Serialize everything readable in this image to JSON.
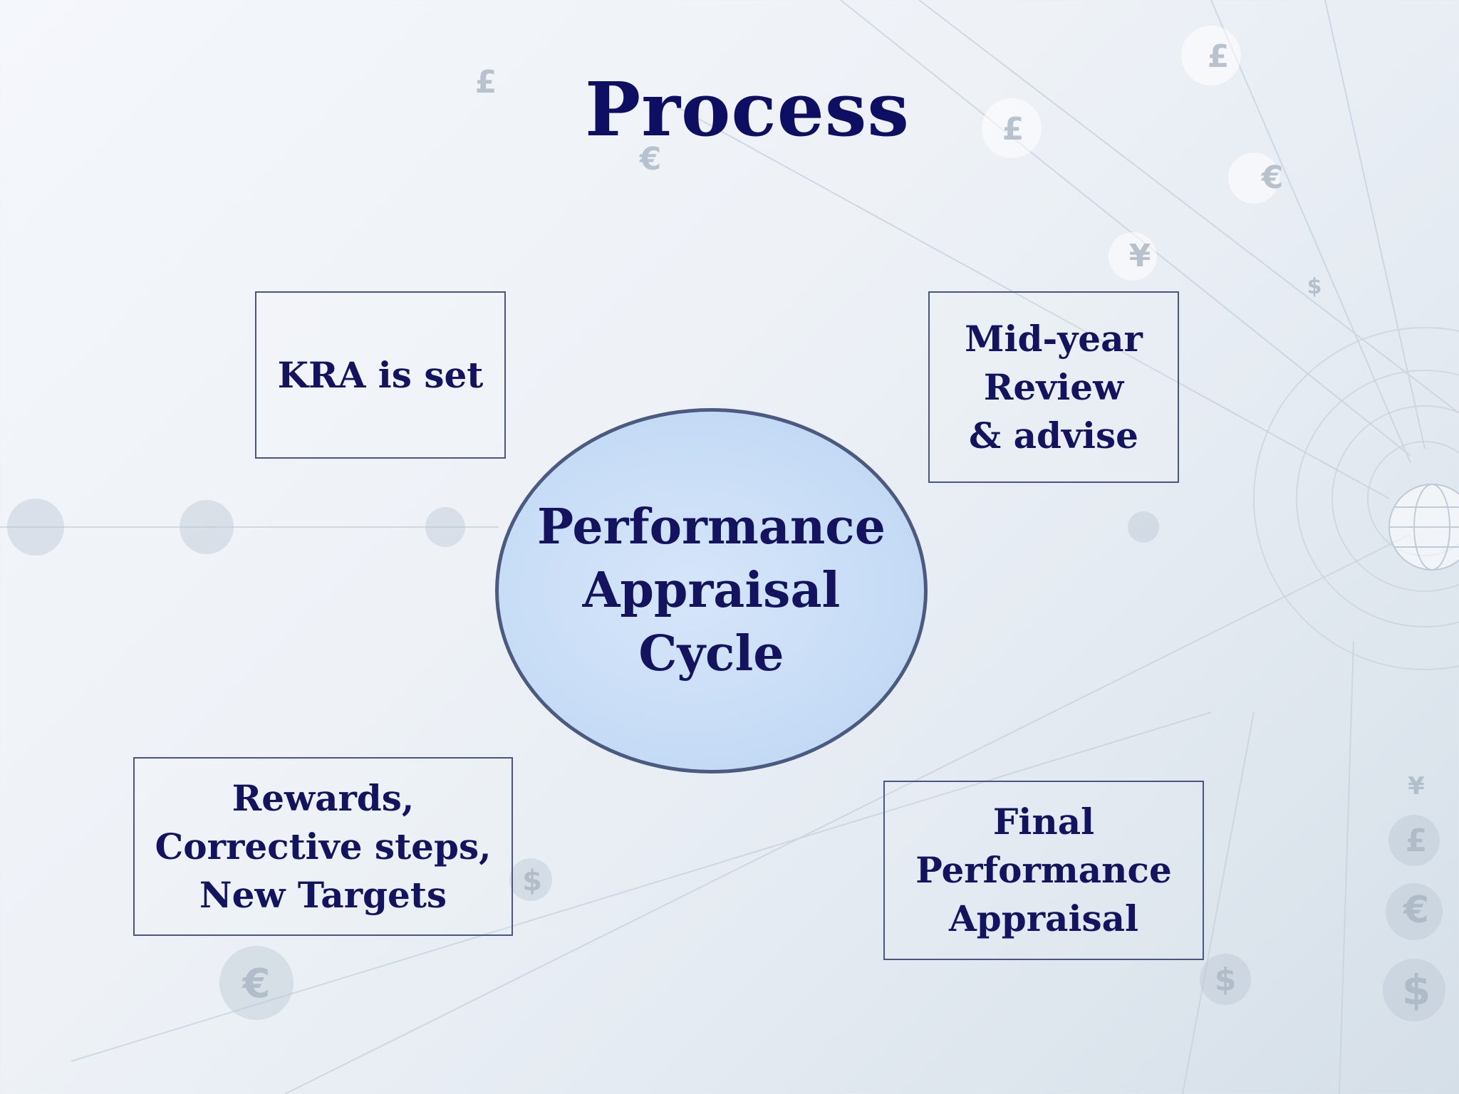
{
  "title": "Process",
  "diagram": {
    "center": "Performance\nAppraisal\nCycle",
    "steps": [
      {
        "id": "kra",
        "label": "KRA is set"
      },
      {
        "id": "mid",
        "label": "Mid-year\nReview\n& advise"
      },
      {
        "id": "final",
        "label": "Final\nPerformance\nAppraisal"
      },
      {
        "id": "rewards",
        "label": "Rewards,\nCorrective steps,\nNew Targets"
      }
    ]
  },
  "decoration": {
    "currency_icons": [
      "pound-icon",
      "euro-icon",
      "yen-icon",
      "dollar-icon",
      "globe-icon"
    ],
    "colors": {
      "title": "#0e0e63",
      "text": "#13135f",
      "border": "#4a5680",
      "circle_fill": "#c7dcf6"
    }
  }
}
